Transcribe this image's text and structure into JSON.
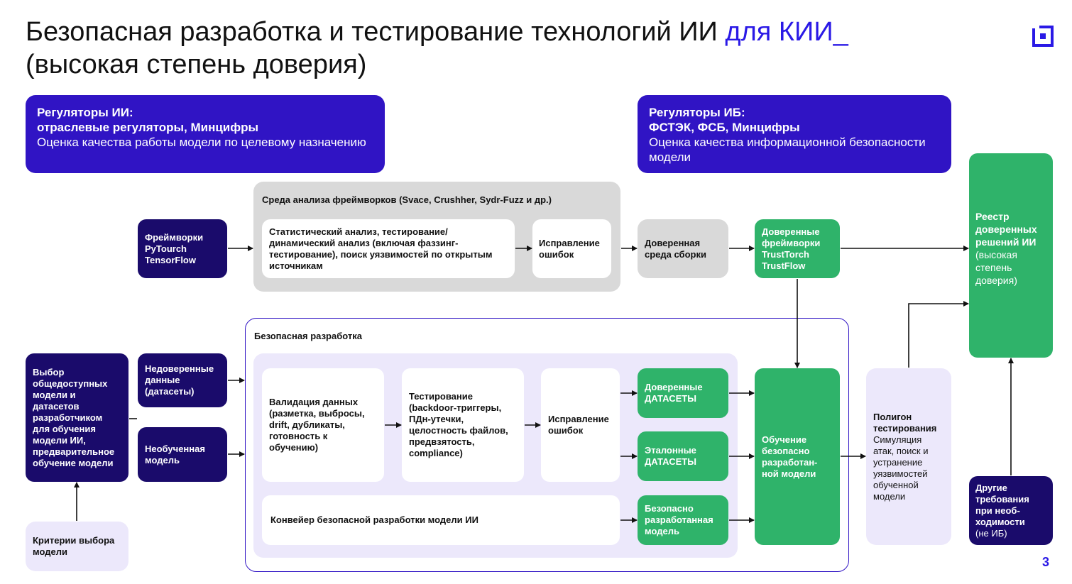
{
  "title": {
    "main": "Безопасная разработка и тестирование технологий ИИ ",
    "accent": "для КИИ_",
    "line2": "(высокая степень доверия)"
  },
  "regulators_ai": {
    "l1": "Регуляторы ИИ:",
    "l2": "отраслевые регуляторы, Минцифры",
    "l3": "Оценка качества работы модели по целевому назначению"
  },
  "regulators_ib": {
    "l1": "Регуляторы ИБ:",
    "l2": "ФСТЭК, ФСБ, Минцифры",
    "l3": "Оценка качества информационной безопасности модели"
  },
  "framework_env": {
    "label": "Среда анализа фреймворков (Svace, Crushher, Sydr-Fuzz и др.)",
    "analysis": "Статистический анализ, тестирование/динамический анализ (включая фаззинг-тестирование), поиск уязвимостей по открытым источникам",
    "fix": "Исправление ошибок"
  },
  "frameworks": "Фреймворки PyTourch TensorFlow",
  "trusted_build_env": "Доверенная среда сборки",
  "trusted_frameworks": "Доверенные фреймворки TrustTorch TrustFlow",
  "registry": {
    "bold": "Реестр доверенных решений ИИ",
    "normal": "(высокая степень доверия)"
  },
  "secure_dev": {
    "label": "Безопасная разработка",
    "validation": "Валидация данных (разметка, выбросы, drift, дубликаты, готовность к обучению)",
    "testing": "Тестирование (backdoor-триггеры, ПДн-утечки, целостность файлов, предвзятость, compliance)",
    "fix": "Исправление ошибок",
    "trusted_datasets": "Доверенные ДАТАСЕТЫ",
    "reference_datasets": "Эталонные ДАТАСЕТЫ",
    "pipeline": "Конвейер безопасной разработки модели ИИ",
    "secure_model": "Безопасно разработанная модель"
  },
  "selection": "Выбор общедоступных модели и датасетов разработчиком для обучения модели ИИ, предварительное обучение модели",
  "untrusted_data": "Недоверенные данные (датасеты)",
  "untrained_model": "Необученная модель",
  "criteria": "Критерии выбора модели",
  "training": "Обучение безопасно разработан-ной модели",
  "polygon": {
    "bold": "Полигон тестирования",
    "normal": "Симуляция атак, поиск и устранение уязвимостей обученной модели"
  },
  "other_req": {
    "bold": "Другие требования при необ-ходимости",
    "normal": "(не ИБ)"
  },
  "page_number": "3",
  "colors": {
    "accent": "#2a19e6",
    "regulator": "#3014c4",
    "navy": "#1a0b6b",
    "green": "#2fb36a",
    "grey": "#d9d9d9",
    "lilac": "#ece8fb"
  },
  "icons": [
    "logo-icon",
    "arrow-icon"
  ]
}
